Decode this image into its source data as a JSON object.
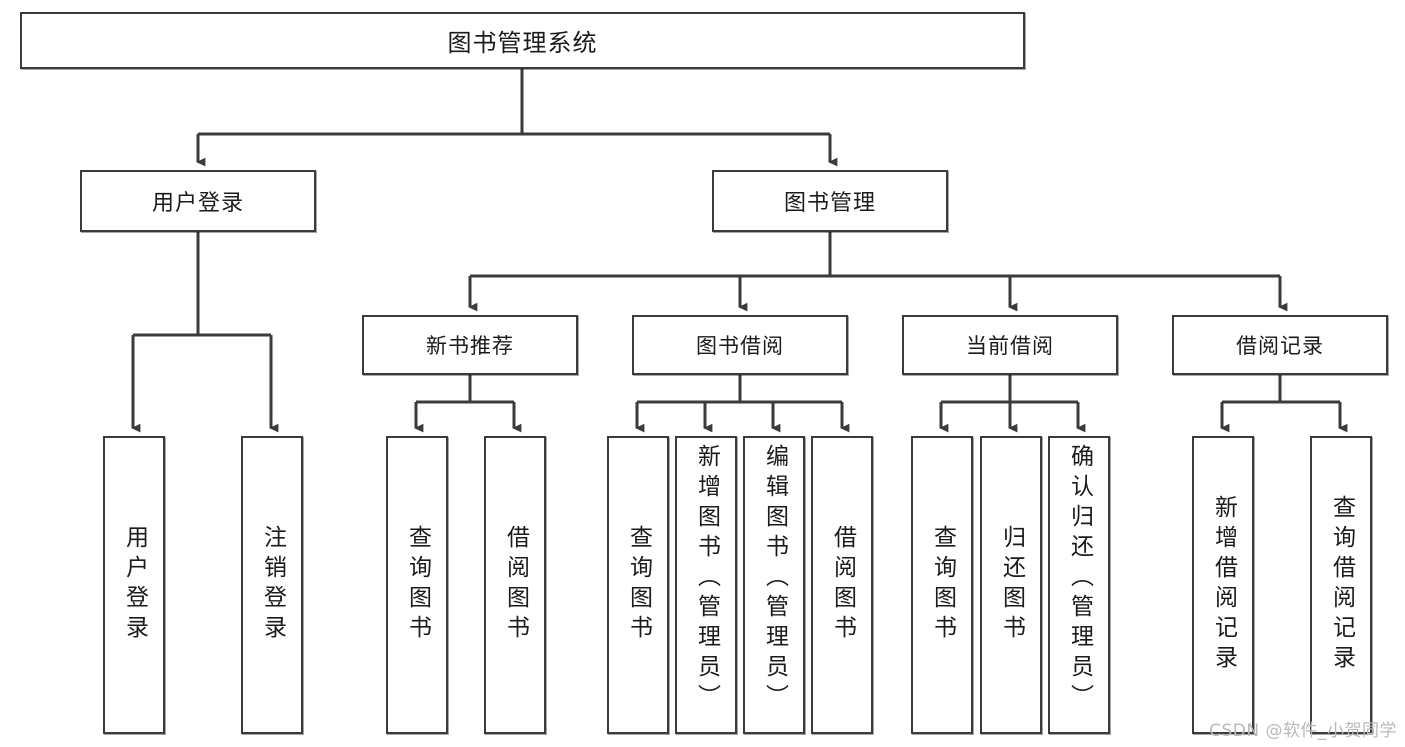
{
  "diagram": {
    "type": "tree",
    "title": "图书管理系统",
    "root": {
      "id": "root",
      "label": "图书管理系统"
    },
    "level2": [
      {
        "id": "login",
        "label": "用户登录"
      },
      {
        "id": "books",
        "label": "图书管理"
      }
    ],
    "level3": [
      {
        "id": "newbook",
        "label": "新书推荐",
        "parent": "books"
      },
      {
        "id": "borrow",
        "label": "图书借阅",
        "parent": "books"
      },
      {
        "id": "current",
        "label": "当前借阅",
        "parent": "books"
      },
      {
        "id": "record",
        "label": "借阅记录",
        "parent": "books"
      }
    ],
    "leaves": [
      {
        "id": "leaf-1",
        "label": "用户登录",
        "parent": "login"
      },
      {
        "id": "leaf-2",
        "label": "注销登录",
        "parent": "login"
      },
      {
        "id": "leaf-3",
        "label": "查询图书",
        "parent": "newbook"
      },
      {
        "id": "leaf-4",
        "label": "借阅图书",
        "parent": "newbook"
      },
      {
        "id": "leaf-5",
        "label": "查询图书",
        "parent": "borrow"
      },
      {
        "id": "leaf-6",
        "label": "新增图书（管理员）",
        "parent": "borrow"
      },
      {
        "id": "leaf-7",
        "label": "编辑图书（管理员）",
        "parent": "borrow"
      },
      {
        "id": "leaf-8",
        "label": "借阅图书",
        "parent": "borrow"
      },
      {
        "id": "leaf-9",
        "label": "查询图书",
        "parent": "current"
      },
      {
        "id": "leaf-10",
        "label": "归还图书",
        "parent": "current"
      },
      {
        "id": "leaf-11",
        "label": "确认归还（管理员）",
        "parent": "current"
      },
      {
        "id": "leaf-12",
        "label": "新增借阅记录",
        "parent": "record"
      },
      {
        "id": "leaf-13",
        "label": "查询借阅记录",
        "parent": "record"
      }
    ]
  },
  "watermark": "CSDN @软件_小贺同学",
  "colors": {
    "box_border": "#3b3b3b",
    "box_fill": "#ffffff",
    "edge": "#3b3b3b",
    "text": "#1b1b1b",
    "watermark": "#b9b9b9"
  }
}
